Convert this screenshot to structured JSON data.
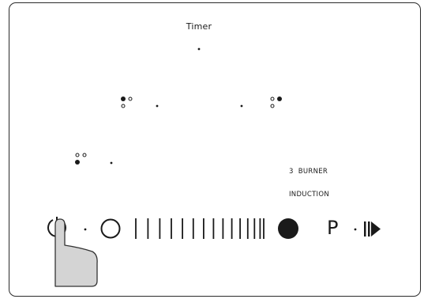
{
  "panel": {
    "timer_label": "Timer",
    "model_line_1": "3  BURNER",
    "model_line_2": "INDUCTION"
  },
  "controls": {
    "power_icon": "power-icon",
    "off_icon": "ring-icon",
    "max_icon": "filled-circle-icon",
    "boost_label": "P",
    "pause_icon": "pause-play-icon",
    "slider_ticks": 15
  },
  "burners": [
    {
      "name": "burner-rear-left",
      "indicator": "zone-dots-rear-left"
    },
    {
      "name": "burner-rear-right",
      "indicator": "zone-dots-rear-right"
    },
    {
      "name": "burner-front-left",
      "indicator": "zone-dots-front-left"
    }
  ],
  "colors": {
    "ink": "#1a1a1a",
    "hand_fill": "#d4d4d4",
    "hand_stroke": "#333333"
  }
}
